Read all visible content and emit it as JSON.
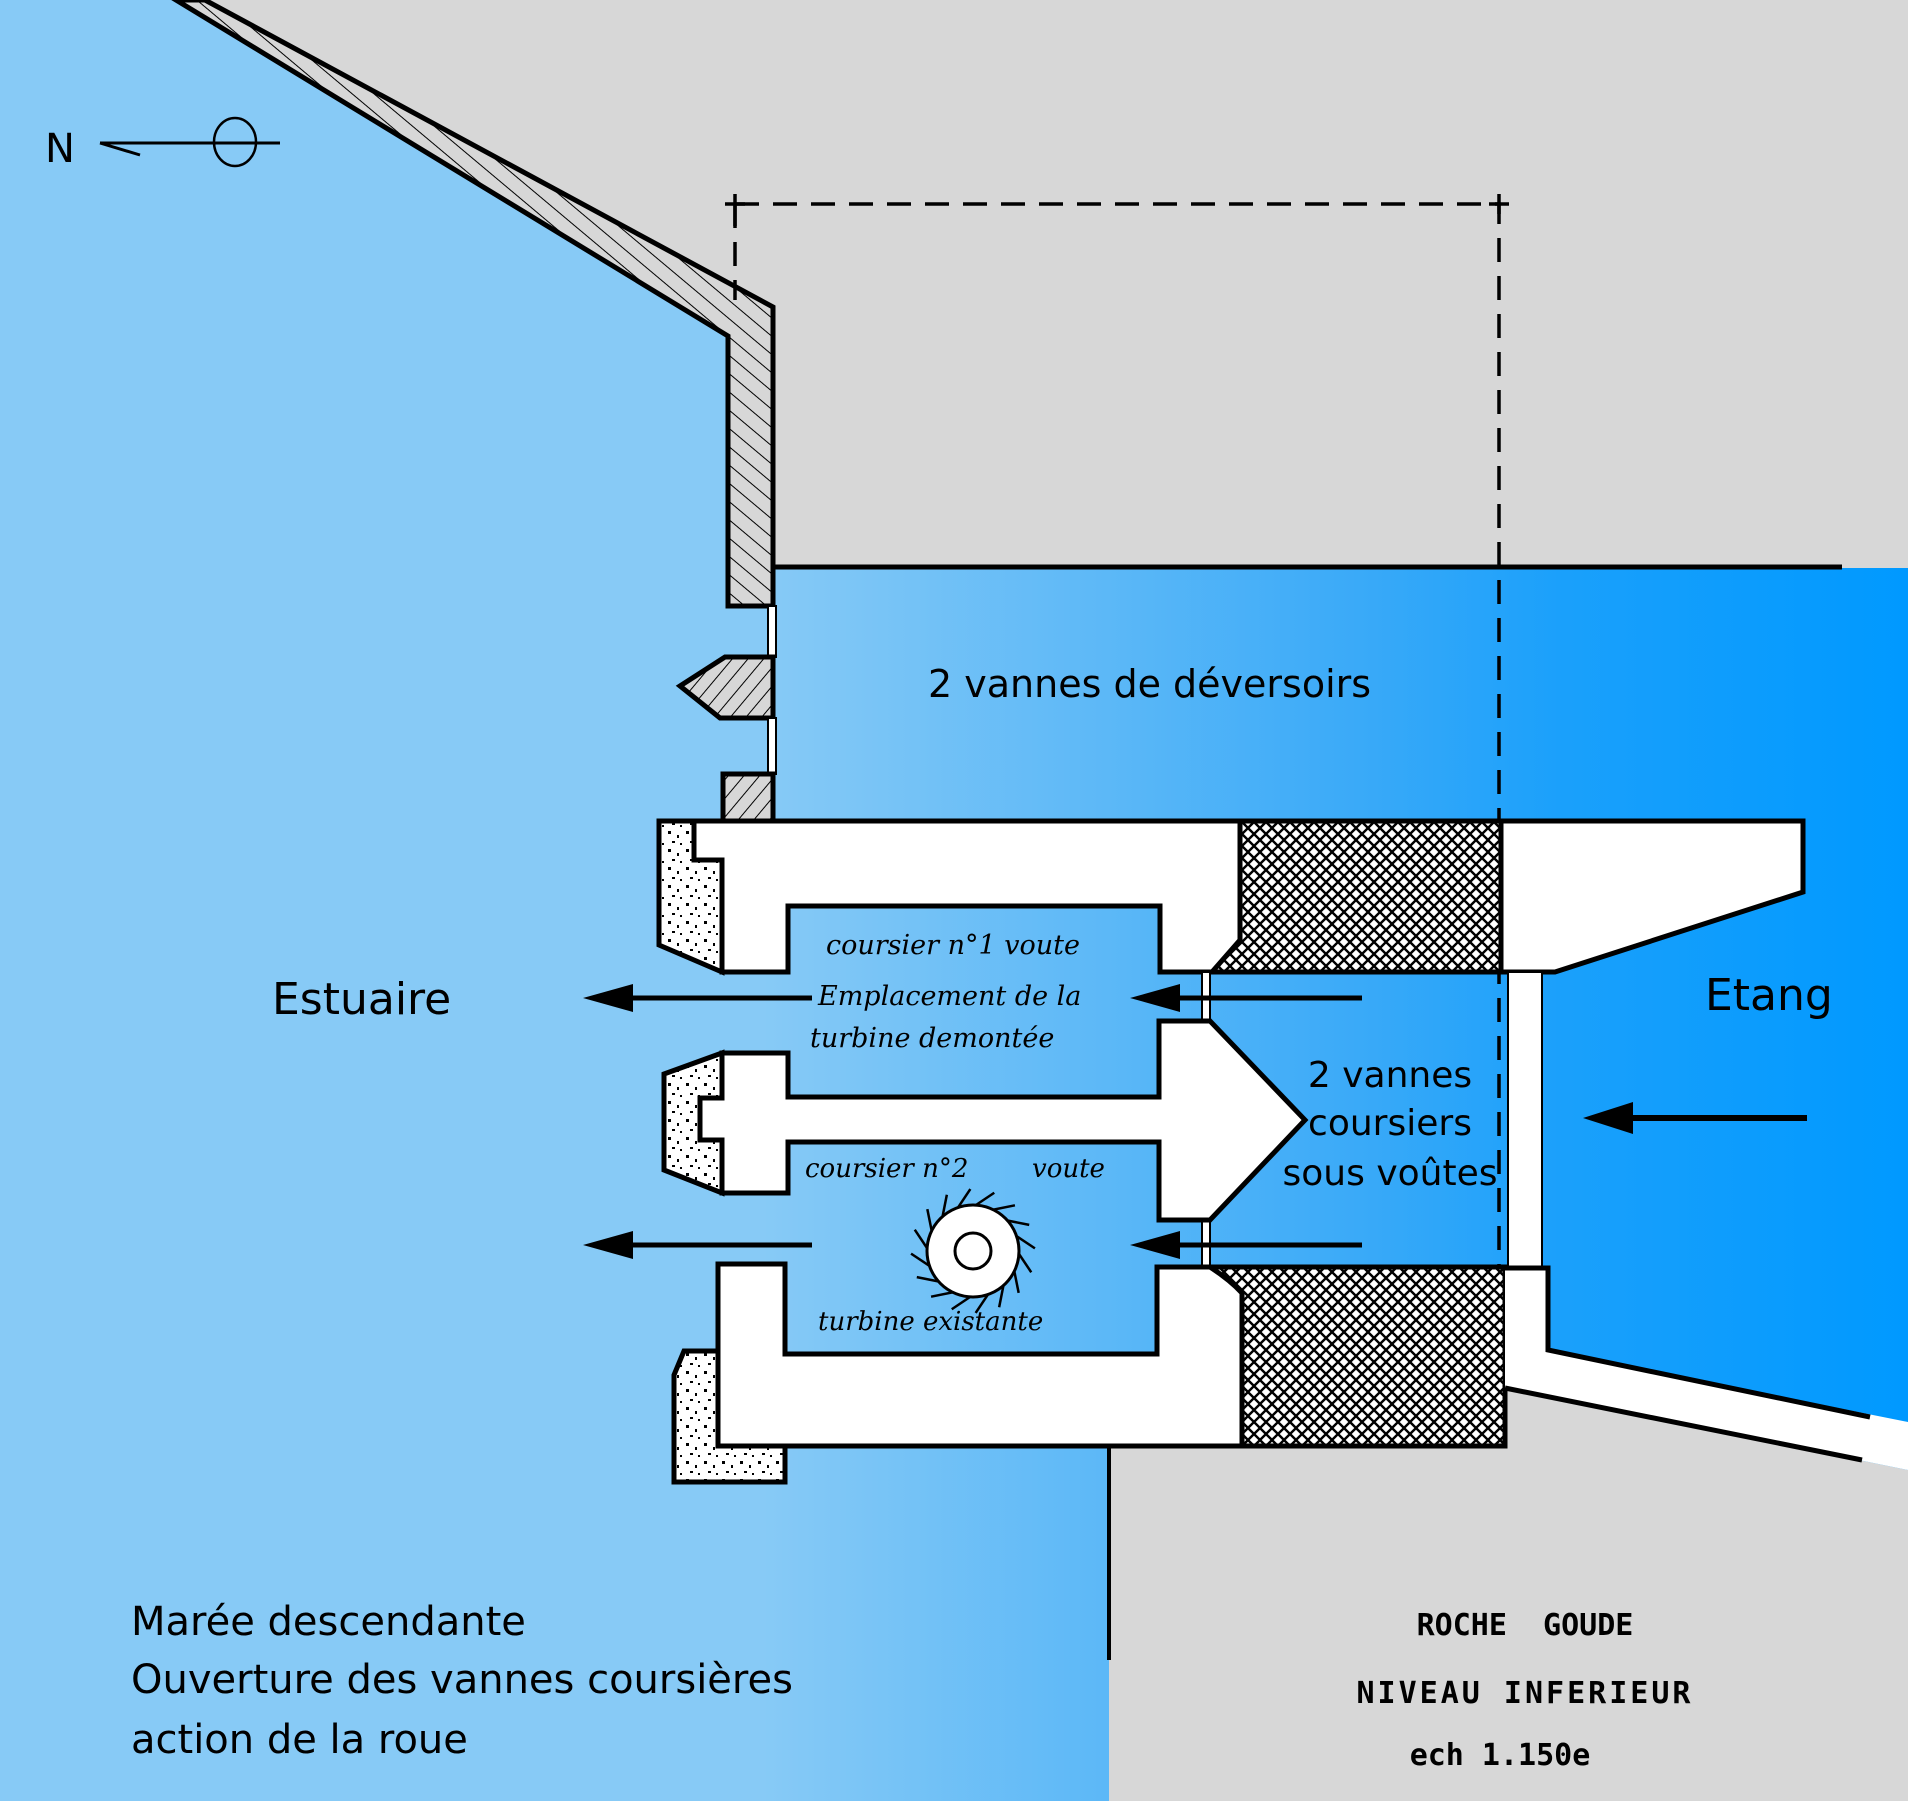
{
  "compass": {
    "label": "N"
  },
  "colors": {
    "estuary_water": "#87caf6",
    "pond_water": "#0099ff",
    "land": "#d7d7d7",
    "masonry": "#ffffff",
    "ink": "#000000"
  },
  "labels": {
    "spillway_gates": "2 vannes de déversoirs",
    "estuary": "Estuaire",
    "pond": "Etang",
    "channel_gates": [
      "2 vannes",
      "coursiers",
      "sous voûtes"
    ]
  },
  "handwritten": {
    "channel1": [
      "coursier n°1 voute",
      "Emplacement de la",
      "turbine demontée"
    ],
    "channel2": {
      "left": "coursier n°2",
      "right": "voute"
    },
    "turbine": "turbine existante"
  },
  "caption": {
    "lines": [
      "Marée descendante",
      "Ouverture des vannes coursières",
      "action de la roue"
    ]
  },
  "title_block": {
    "lines": [
      "ROCHE  GOUDE",
      "NIVEAU INFERIEUR",
      "ech 1.150e"
    ]
  },
  "flow_arrows": [
    {
      "id": "outflow-channel-1",
      "direction": "left"
    },
    {
      "id": "inflow-channel-1",
      "direction": "left"
    },
    {
      "id": "outflow-channel-2",
      "direction": "left"
    },
    {
      "id": "inflow-channel-2",
      "direction": "left"
    },
    {
      "id": "pond-inflow",
      "direction": "left"
    }
  ]
}
